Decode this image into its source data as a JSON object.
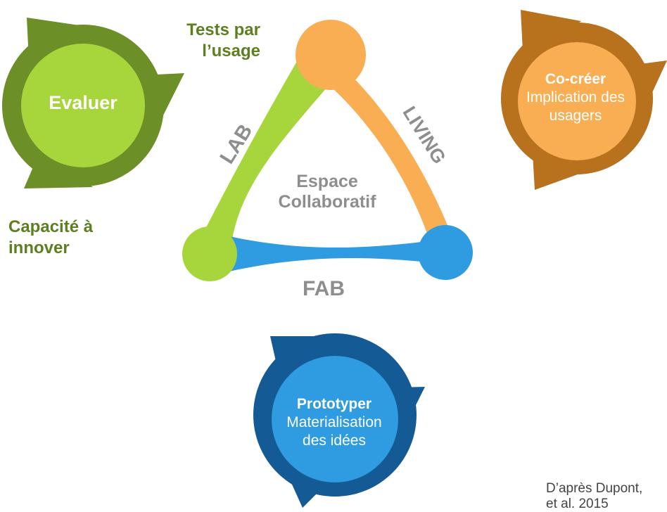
{
  "colors": {
    "green_light": "#a6d63c",
    "green_dark": "#6c8f27",
    "orange_light": "#f9ae54",
    "orange_dark": "#b8711d",
    "blue_light": "#2f9be0",
    "blue_dark": "#145b95",
    "grey_text": "#8e8e8e"
  },
  "triangle": {
    "center_line1": "Espace",
    "center_line2": "Collaboratif",
    "label_lab": "LAB",
    "label_living": "LIVING",
    "label_fab": "FAB"
  },
  "cycles": {
    "evaluer": {
      "title": "Evaluer"
    },
    "cocreer": {
      "title": "Co-créer",
      "line1": "Implication des",
      "line2": "usagers"
    },
    "prototyper": {
      "title": "Prototyper",
      "line1": "Materialisation",
      "line2": "des idées"
    }
  },
  "annotations": {
    "tests_line1": "Tests par",
    "tests_line2": "l’usage",
    "capacite_line1": "Capacité à",
    "capacite_line2": "innover"
  },
  "source": {
    "line1": "D’après Dupont,",
    "line2": "et al. 2015"
  }
}
